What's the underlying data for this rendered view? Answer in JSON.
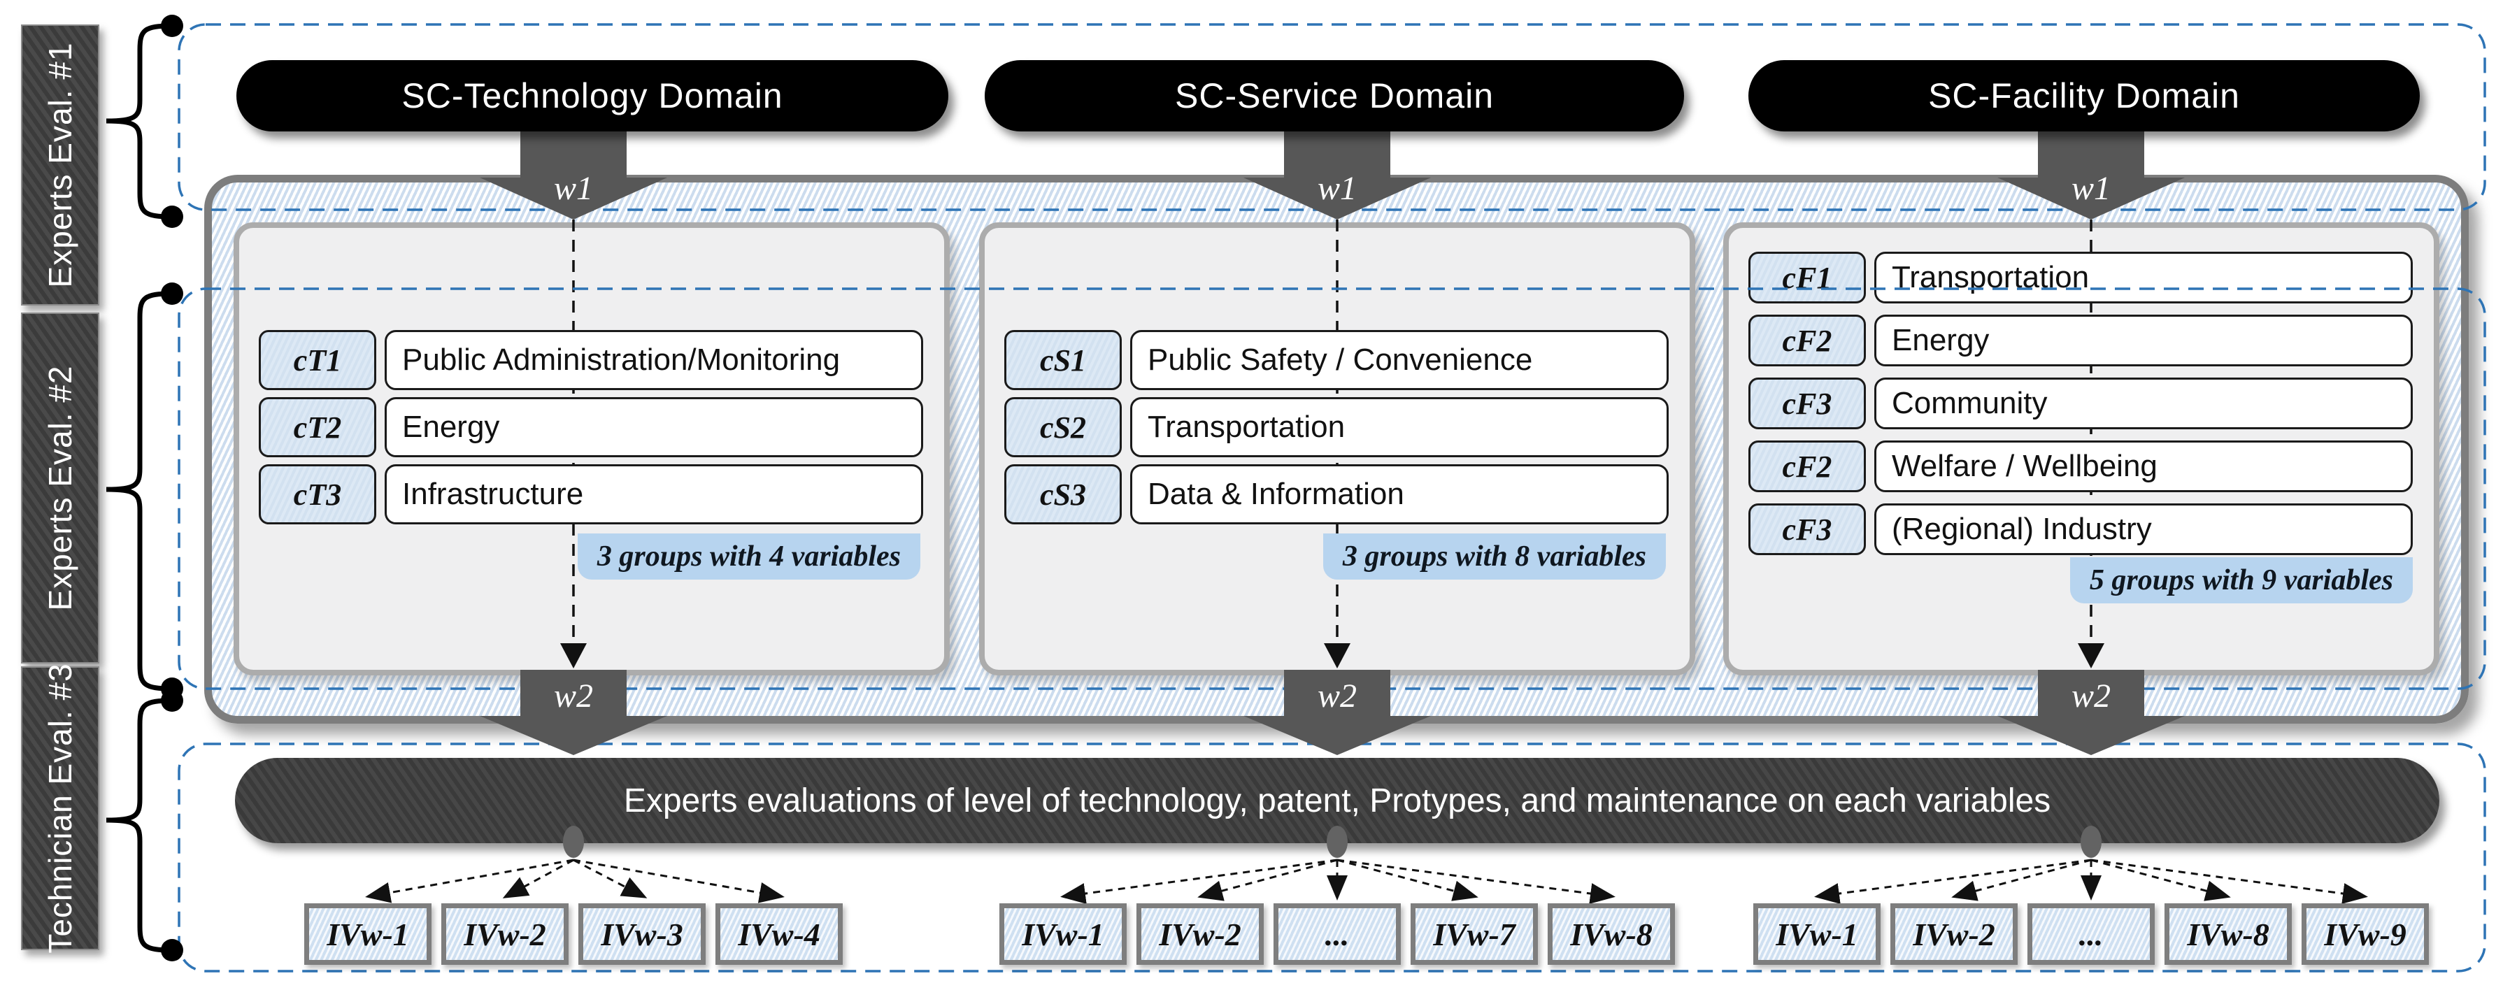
{
  "figure": {
    "sidebar": [
      {
        "label": "Experts Eval. #1"
      },
      {
        "label": "Experts Eval. #2"
      },
      {
        "label": "Technician Eval. #3"
      }
    ],
    "weights": {
      "w1": "w1",
      "w2": "w2"
    },
    "columns": [
      {
        "header": "SC-Technology Domain",
        "rows": [
          {
            "tag": "cT1",
            "label": "Public Administration/Monitoring"
          },
          {
            "tag": "cT2",
            "label": "Energy"
          },
          {
            "tag": "cT3",
            "label": "Infrastructure"
          }
        ],
        "badge": "3 groups with 4 variables",
        "iv_boxes": [
          "IVw-1",
          "IVw-2",
          "IVw-3",
          "IVw-4"
        ]
      },
      {
        "header": "SC-Service Domain",
        "rows": [
          {
            "tag": "cS1",
            "label": "Public Safety / Convenience"
          },
          {
            "tag": "cS2",
            "label": "Transportation"
          },
          {
            "tag": "cS3",
            "label": "Data & Information"
          }
        ],
        "badge": "3 groups with 8 variables",
        "iv_boxes": [
          "IVw-1",
          "IVw-2",
          "...",
          "IVw-7",
          "IVw-8"
        ]
      },
      {
        "header": "SC-Facility Domain",
        "rows": [
          {
            "tag": "cF1",
            "label": "Transportation"
          },
          {
            "tag": "cF2",
            "label": "Energy"
          },
          {
            "tag": "cF3",
            "label": "Community"
          },
          {
            "tag": "cF2",
            "label": "Welfare / Wellbeing"
          },
          {
            "tag": "cF3",
            "label": "(Regional) Industry"
          }
        ],
        "badge": "5 groups with 9 variables",
        "iv_boxes": [
          "IVw-1",
          "IVw-2",
          "...",
          "IVw-8",
          "IVw-9"
        ]
      }
    ],
    "bottom_bar": "Experts evaluations of level of technology, patent, Protypes, and maintenance on each variables",
    "colors": {
      "region_dash": "#2e74b5",
      "header_bg": "#000000",
      "arrow_gray": "#575757",
      "panel_bg": "#efeff0",
      "hatch_blue": "#ccdcee",
      "tag_bg": "#d9e5f2",
      "badge_bg": "#b7d4ef",
      "dark_bar": "#474747"
    }
  }
}
